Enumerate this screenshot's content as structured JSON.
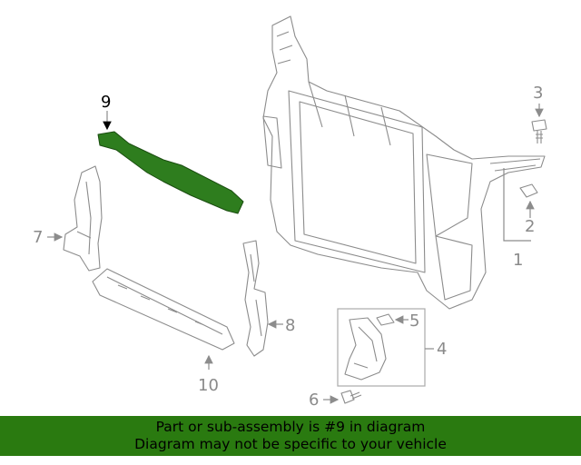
{
  "highlight_color": "#2a7a10",
  "callouts": {
    "c1": "1",
    "c2": "2",
    "c3": "3",
    "c4": "4",
    "c5": "5",
    "c6": "6",
    "c7": "7",
    "c8": "8",
    "c9": "9",
    "c10": "10"
  },
  "highlighted_part": "9",
  "banner": {
    "line1": "Part or sub-assembly is #9 in diagram",
    "line2": "Diagram may not be specific to your vehicle"
  }
}
